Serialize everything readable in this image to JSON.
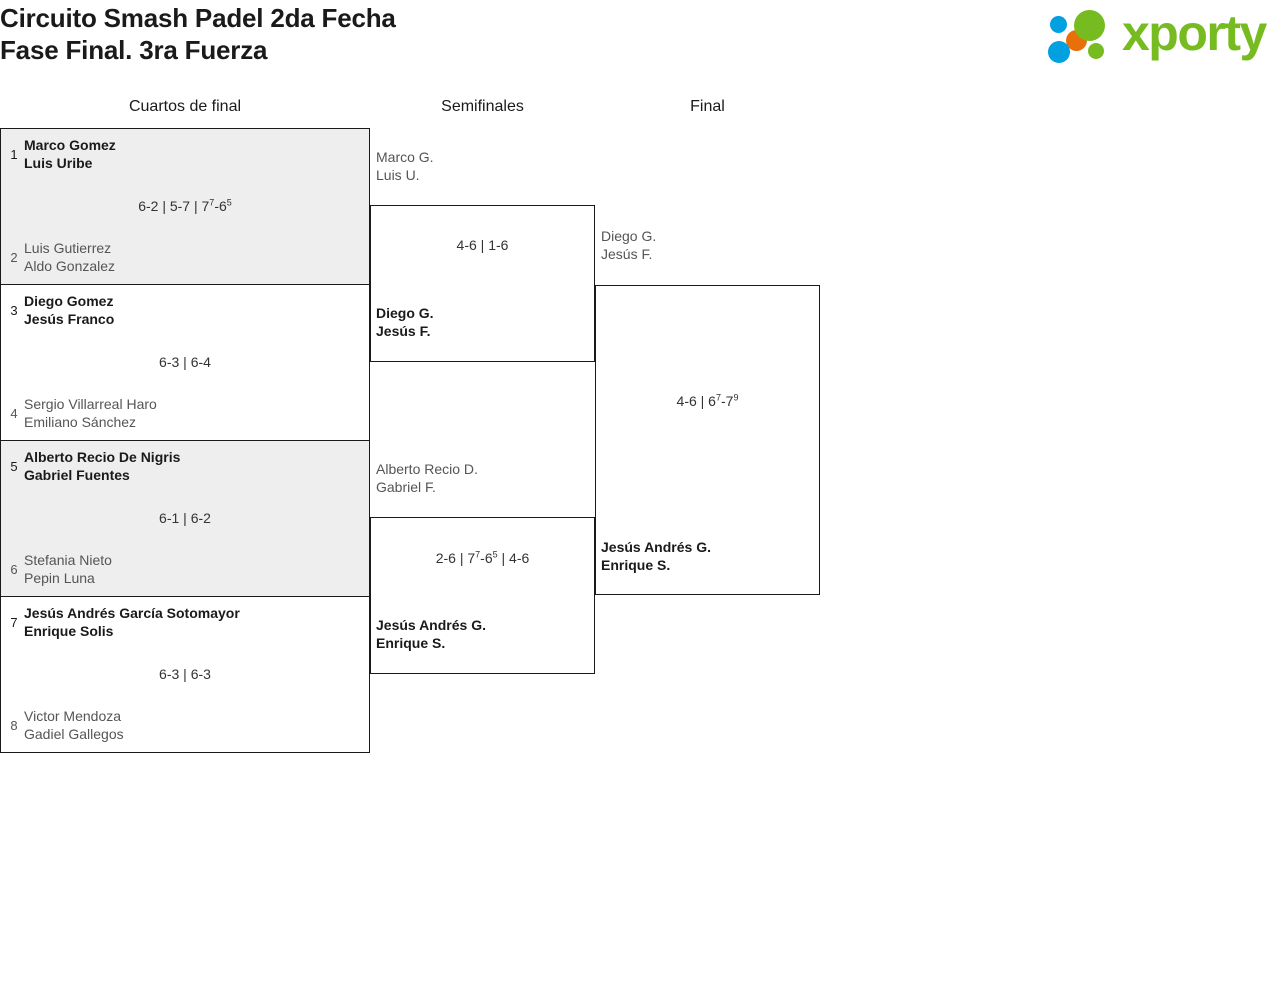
{
  "header": {
    "title_line1": "Circuito Smash Padel 2da Fecha",
    "title_line2": "Fase Final. 3ra Fuerza"
  },
  "logo": {
    "wordmark": "xporty",
    "colors": {
      "green": "#76bc21",
      "orange": "#e8700a",
      "blue": "#00a0e1"
    }
  },
  "rounds": [
    {
      "label": "Cuartos de final"
    },
    {
      "label": "Semifinales"
    },
    {
      "label": "Final"
    }
  ],
  "quarterfinals": [
    {
      "top": {
        "seed": "1",
        "player1": "Marco Gomez",
        "player2": "Luis Uribe",
        "winner": true
      },
      "bottom": {
        "seed": "2",
        "player1": "Luis Gutierrez",
        "player2": "Aldo Gonzalez",
        "winner": false
      },
      "score": {
        "s1": "6-2 | 5-7 | 7",
        "sup1": "7",
        "s2": "-6",
        "sup2": "5",
        "s3": ""
      }
    },
    {
      "top": {
        "seed": "3",
        "player1": "Diego Gomez",
        "player2": "Jesús Franco",
        "winner": true
      },
      "bottom": {
        "seed": "4",
        "player1": "Sergio Villarreal Haro",
        "player2": "Emiliano Sánchez",
        "winner": false
      },
      "score": {
        "s1": "6-3 | 6-4",
        "sup1": "",
        "s2": "",
        "sup2": "",
        "s3": ""
      }
    },
    {
      "top": {
        "seed": "5",
        "player1": "Alberto Recio De Nigris",
        "player2": "Gabriel Fuentes",
        "winner": true
      },
      "bottom": {
        "seed": "6",
        "player1": "Stefania Nieto",
        "player2": "Pepin Luna",
        "winner": false
      },
      "score": {
        "s1": "6-1 | 6-2",
        "sup1": "",
        "s2": "",
        "sup2": "",
        "s3": ""
      }
    },
    {
      "top": {
        "seed": "7",
        "player1": "Jesús Andrés García Sotomayor",
        "player2": "Enrique Solis",
        "winner": true
      },
      "bottom": {
        "seed": "8",
        "player1": "Victor Mendoza",
        "player2": "Gadiel Gallegos",
        "winner": false
      },
      "score": {
        "s1": "6-3 | 6-3",
        "sup1": "",
        "s2": "",
        "sup2": "",
        "s3": ""
      }
    }
  ],
  "semifinals": [
    {
      "top": {
        "player1": "Marco G.",
        "player2": "Luis U.",
        "winner": false
      },
      "bottom": {
        "player1": "Diego G.",
        "player2": "Jesús F.",
        "winner": true
      },
      "score": {
        "s1": "4-6 | 1-6",
        "sup1": "",
        "s2": "",
        "sup2": "",
        "s3": ""
      }
    },
    {
      "top": {
        "player1": "Alberto Recio D.",
        "player2": "Gabriel F.",
        "winner": false
      },
      "bottom": {
        "player1": "Jesús Andrés G.",
        "player2": "Enrique S.",
        "winner": true
      },
      "score": {
        "s1": "2-6 | 7",
        "sup1": "7",
        "s2": "-6",
        "sup2": "5",
        "s3": " | 4-6"
      }
    }
  ],
  "final": [
    {
      "top": {
        "player1": "Diego G.",
        "player2": "Jesús F.",
        "winner": false
      },
      "bottom": {
        "player1": "Jesús Andrés G.",
        "player2": "Enrique S.",
        "winner": true
      },
      "score": {
        "s1": "4-6 | 6",
        "sup1": "7",
        "s2": "-7",
        "sup2": "9",
        "s3": ""
      }
    }
  ]
}
